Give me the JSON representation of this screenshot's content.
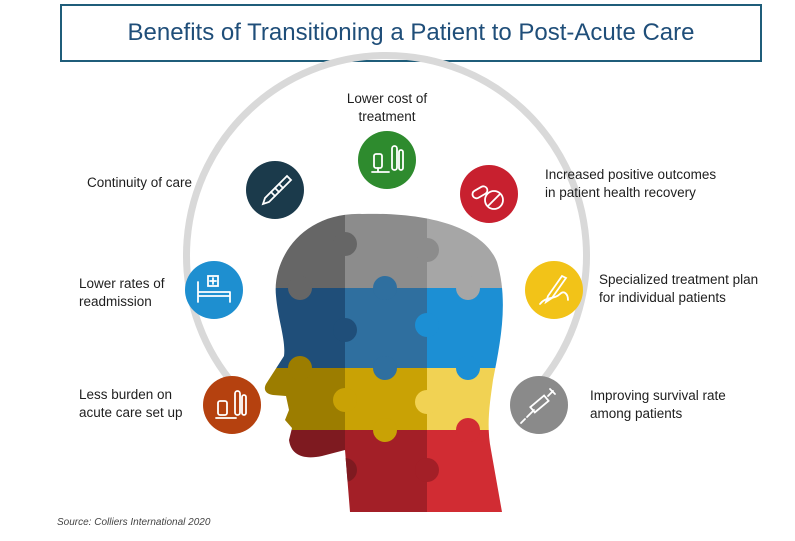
{
  "title": "Benefits of Transitioning a Patient to Post-Acute Care",
  "source": "Source: Colliers International 2020",
  "benefits": [
    {
      "label": "Lower cost of\ntreatment",
      "icon": "microscope-tubes-icon",
      "color": "#2e8b2e"
    },
    {
      "label": "Increased positive outcomes\nin patient health recovery",
      "icon": "pills-icon",
      "color": "#c8202f"
    },
    {
      "label": "Specialized treatment plan\nfor individual patients",
      "icon": "hand-pen-icon",
      "color": "#f2c318"
    },
    {
      "label": "Improving survival rate\namong patients",
      "icon": "syringe-icon",
      "color": "#8a8a8a"
    },
    {
      "label": "Less burden on\nacute care set up",
      "icon": "lab-equipment-icon",
      "color": "#b5410f"
    },
    {
      "label": "Lower rates of\nreadmission",
      "icon": "hospital-bed-icon",
      "color": "#1e8fd0"
    },
    {
      "label": "Continuity of care",
      "icon": "thermometer-icon",
      "color": "#1b3a4b"
    }
  ],
  "puzzle_colors": {
    "gray_dark": "#666666",
    "gray_mid": "#8c8c8c",
    "gray_light": "#a6a6a6",
    "blue_dark": "#1f4e79",
    "blue_mid": "#2f6f9f",
    "blue_light": "#1c8fd4",
    "yellow_dark": "#9c7d00",
    "yellow_mid": "#c9a205",
    "yellow_light": "#f1d253",
    "red_dark": "#7e1a20",
    "red_mid": "#a31f27",
    "red_light": "#d12c33"
  }
}
